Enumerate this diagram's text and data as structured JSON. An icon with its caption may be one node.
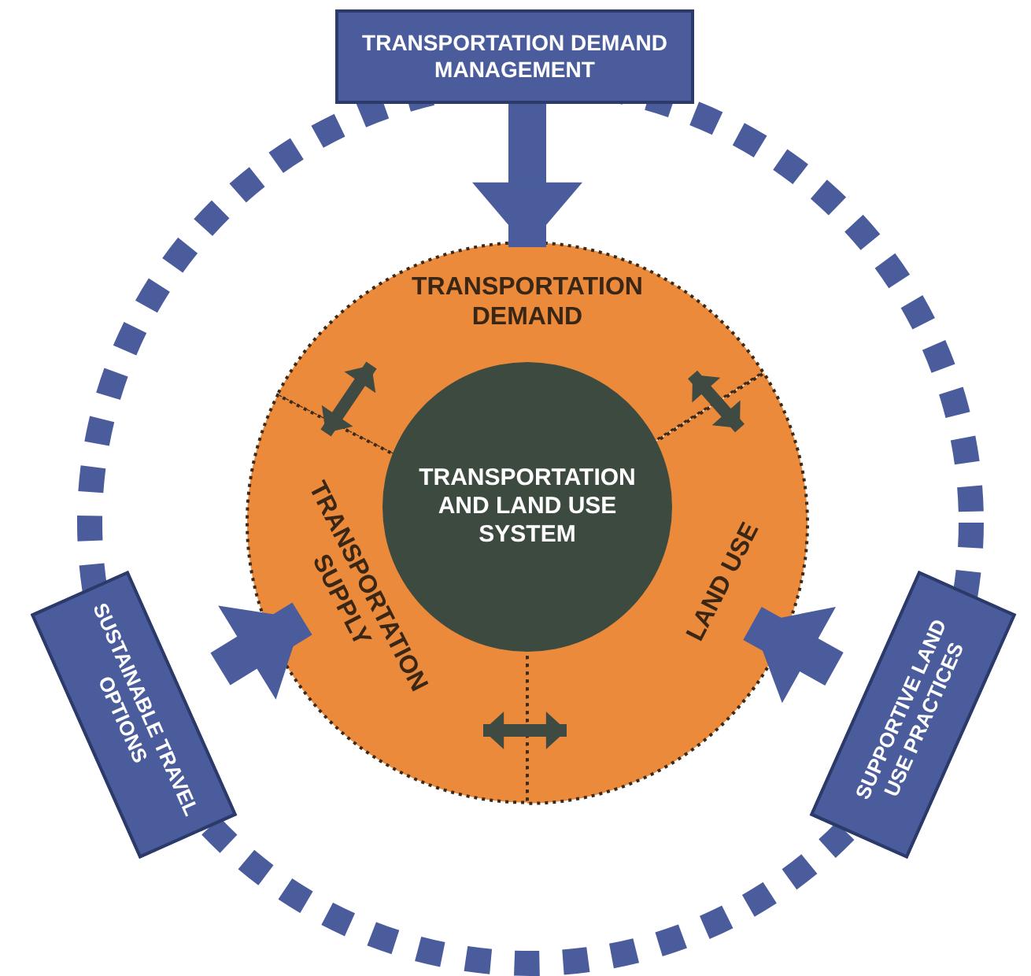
{
  "diagram": {
    "nodes": [
      {
        "text": [
          "TRANSPORTATION DEMAND MANAGEMENT"
        ]
      },
      {
        "text": [
          "TRANSPORTATION DEMAND"
        ]
      },
      {
        "text": [
          "TRANSPORTATION SUPPLY"
        ]
      },
      {
        "text": [
          "LAND USE"
        ]
      },
      {
        "text": [
          "TRANSPORTATION AND LAND USE SYSTEM"
        ]
      },
      {
        "text": [
          "SUSTAINABLE TRAVEL OPTIONS"
        ]
      },
      {
        "text": [
          "SUPPORTIVE LAND USE PRACTICES"
        ]
      }
    ],
    "edges": [
      {
        "from": 0,
        "to": 1,
        "arrow": "to",
        "style": "thick"
      },
      {
        "from": 5,
        "to": 2,
        "arrow": "to",
        "style": "thick"
      },
      {
        "from": 6,
        "to": 3,
        "arrow": "to",
        "style": "thick"
      },
      {
        "from": 1,
        "to": 2,
        "arrow": "both"
      },
      {
        "from": 1,
        "to": 3,
        "arrow": "both"
      },
      {
        "from": 2,
        "to": 3,
        "arrow": "both"
      }
    ]
  }
}
